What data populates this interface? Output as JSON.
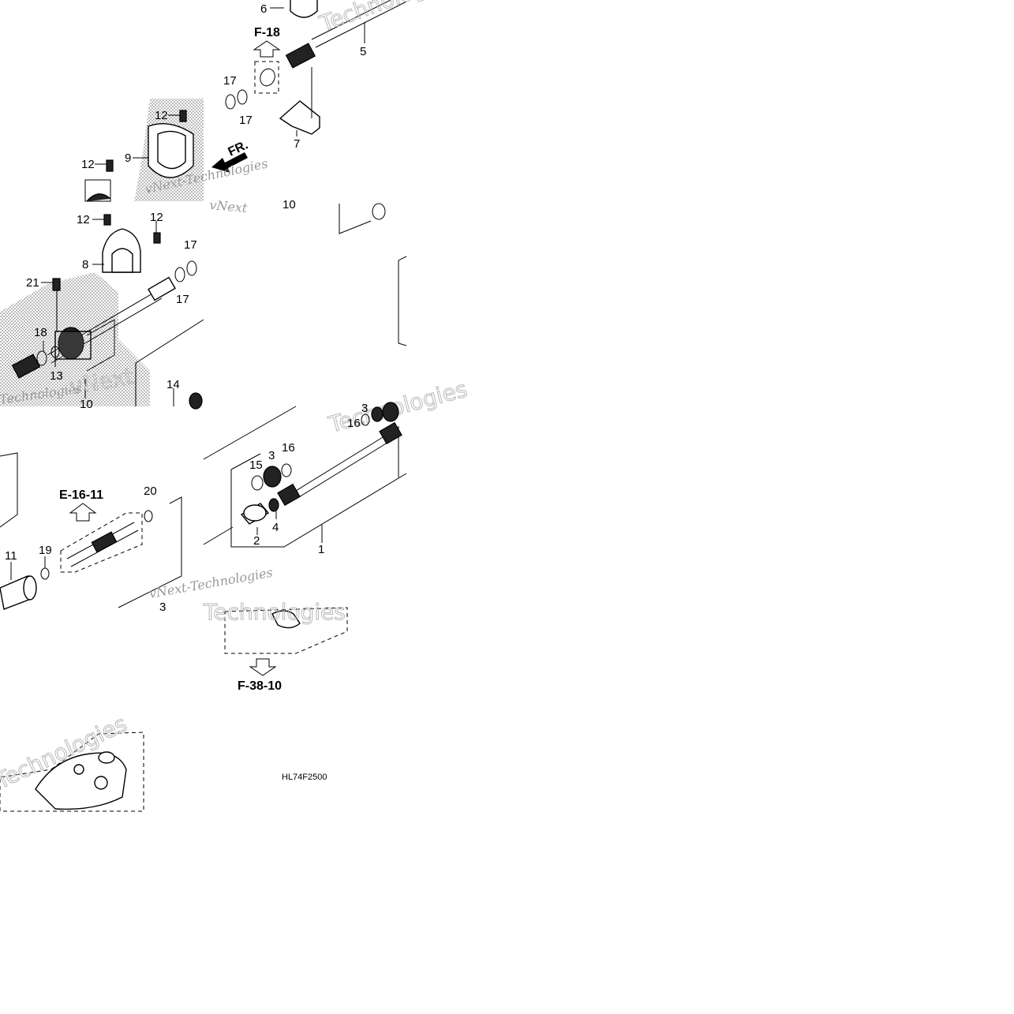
{
  "diagram": {
    "code": "HL74F2500",
    "refs": {
      "f18": "F-18",
      "e1611": "E-16-11",
      "f3810": "F-38-10"
    },
    "direction": "FR.",
    "watermarks": [
      "vNext-Technologies",
      "Technologies",
      "vNext",
      "Technologies",
      "Technologies",
      "vNext-Technologies",
      "Technologies",
      "vNext",
      "Technologies"
    ],
    "callouts": {
      "c6": "6",
      "c5": "5",
      "c17a": "17",
      "c17b": "17",
      "c12a": "12",
      "c7": "7",
      "c9": "9",
      "c12b": "12",
      "c10a": "10",
      "c12c": "12",
      "c12d": "12",
      "c17c": "17",
      "c8": "8",
      "c17d": "17",
      "c21": "21",
      "c18": "18",
      "c13": "13",
      "c14": "14",
      "c10b": "10",
      "c3a": "3",
      "c15": "15",
      "c3b": "3",
      "c16a": "16",
      "c16b": "16",
      "c20": "20",
      "c4": "4",
      "c2": "2",
      "c1": "1",
      "c11": "11",
      "c19": "19",
      "c3c": "3"
    }
  }
}
